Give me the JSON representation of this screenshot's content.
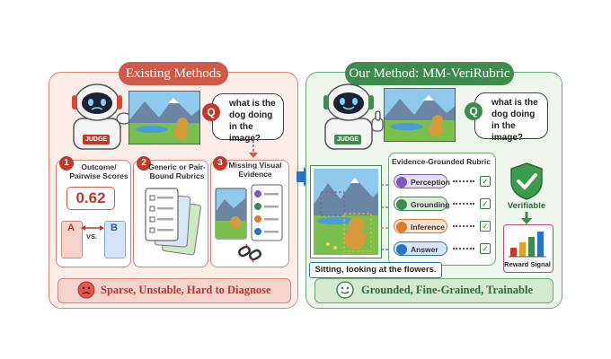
{
  "left_panel": {
    "title": "Existing Methods",
    "judge_label": "JUDGE",
    "question_badge": "Q",
    "question": "what is the dog doing in the image?",
    "cards": [
      {
        "number": "1",
        "label": "Outcome/ Pairwise Scores",
        "score": "0.62",
        "a": "A",
        "vs": "VS.",
        "b": "B"
      },
      {
        "number": "2",
        "label": "Generic or Pair-Bound Rubrics"
      },
      {
        "number": "3",
        "label": "Missing Visual Evidence"
      }
    ],
    "footer": "Sparse, Unstable, Hard to Diagnose"
  },
  "right_panel": {
    "title": "Our Method: MM-VeriRubric",
    "judge_label": "JUDGE",
    "question_badge": "Q",
    "question": "what is the dog doing in the image?",
    "rubric_title": "Evidence-Grounded Rubric",
    "rubric_items": [
      "Perception",
      "Grounding",
      "Inference",
      "Answer"
    ],
    "answer_caption": "Sitting, looking at the flowers.",
    "verifiable_label": "Verifiable",
    "reward_label": "Reward Signal",
    "footer": "Grounded, Fine-Grained, Trainable"
  },
  "colors": {
    "left_border": "#d9847a",
    "left_bg": "#fbeee9",
    "left_title": "#d05a48",
    "right_border": "#6ea879",
    "right_bg": "#eef5ec",
    "right_title": "#3f8a4f",
    "arrow": "#2a73c2"
  }
}
